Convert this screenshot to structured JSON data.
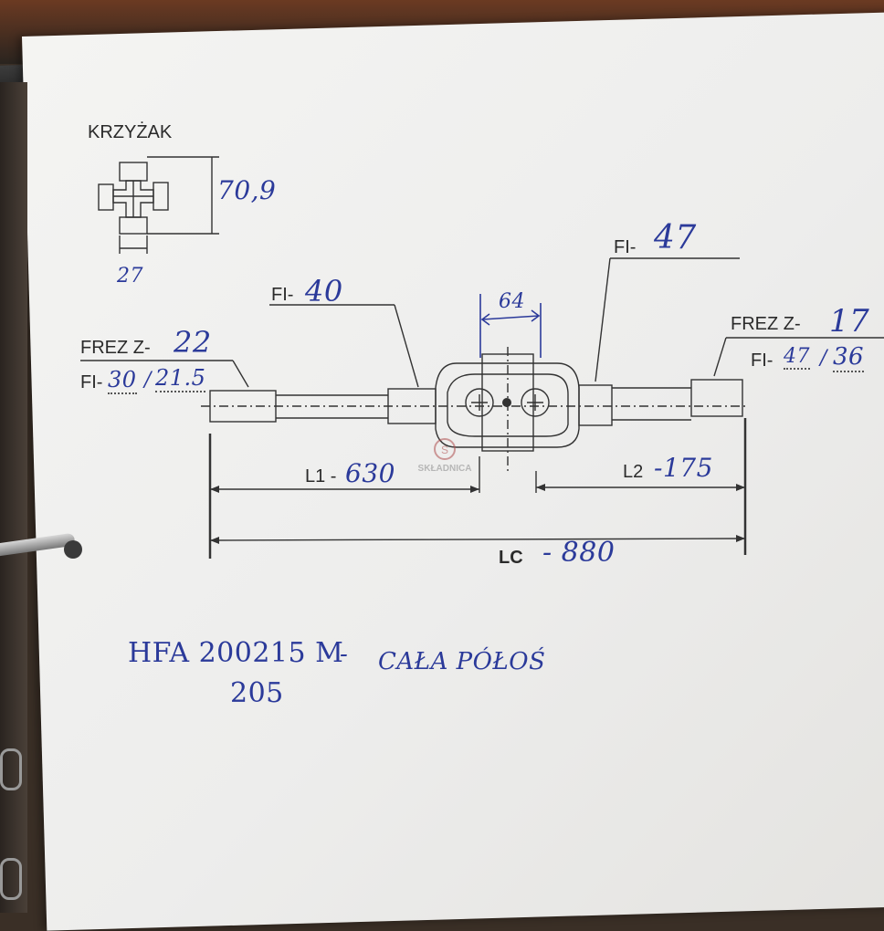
{
  "drawing": {
    "krzyzak": {
      "title": "KRZYŻAK",
      "height": "70,9",
      "width": "27"
    },
    "left_end": {
      "frez_label": "FREZ Z-",
      "frez_value": "22",
      "fi_label": "FI-",
      "fi_value_1": "30",
      "fi_sep": "/",
      "fi_value_2": "21.5"
    },
    "left_shaft": {
      "fi_label": "FI-",
      "fi_value": "40"
    },
    "center": {
      "width": "64"
    },
    "right_shaft": {
      "fi_label": "FI-",
      "fi_value": "47"
    },
    "right_end": {
      "frez_label": "FREZ Z-",
      "frez_value": "17",
      "fi_label": "FI-",
      "fi_value_1": "47",
      "fi_sep": "/",
      "fi_value_2": "36"
    },
    "dim_l1": {
      "label": "L1 -",
      "value": "630"
    },
    "dim_l2": {
      "label": "L2",
      "value": "-175"
    },
    "dim_lc": {
      "label": "LC",
      "value": "- 880"
    }
  },
  "notes": {
    "part_number": "HFA 200215 M",
    "dash": "-",
    "description": "CAŁA PÓŁOŚ",
    "sub_number": "205"
  },
  "watermark": {
    "text": "SKŁADNICA"
  },
  "colors": {
    "ink": "#2b3a9a",
    "print": "#2a2a2a",
    "paper": "#f2f2f0"
  }
}
